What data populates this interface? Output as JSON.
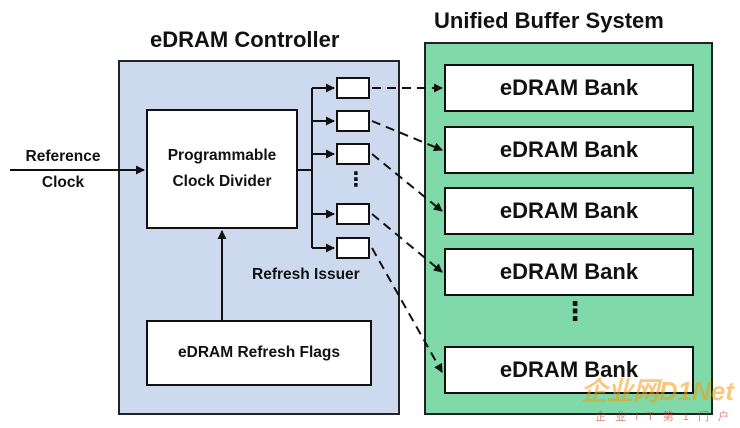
{
  "controller": {
    "title": "eDRAM Controller",
    "divider_line1": "Programmable",
    "divider_line2": "Clock Divider",
    "flags_label": "eDRAM Refresh Flags",
    "issuer_label": "Refresh Issuer",
    "ellipsis": "⋮"
  },
  "input": {
    "line1": "Reference",
    "line2": "Clock"
  },
  "buffer": {
    "title": "Unified Buffer System",
    "banks": [
      "eDRAM Bank",
      "eDRAM Bank",
      "eDRAM Bank",
      "eDRAM Bank",
      "eDRAM Bank"
    ],
    "ellipsis": "⋮"
  },
  "watermark": {
    "logo": "企业网D1Net",
    "sub": "企 业 I T 第 1 门 户"
  },
  "colors": {
    "controller_bg": "#ccd9ee",
    "buffer_bg": "#7fd9a8"
  }
}
